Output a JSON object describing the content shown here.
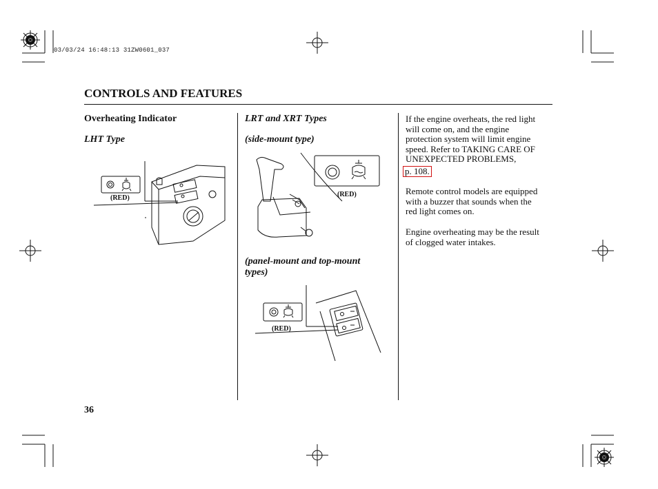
{
  "print_stamp": "03/03/24 16:48:13 31ZW0601_037",
  "page_title": "CONTROLS AND FEATURES",
  "column1": {
    "heading": "Overheating Indicator",
    "subheading": "LHT Type",
    "red_label": "(RED)"
  },
  "column2": {
    "heading": "LRT and XRT Types",
    "sub1": "(side-mount type)",
    "sub1_red_label": "(RED)",
    "sub2_line1": "(panel-mount and top-mount",
    "sub2_line2": "types)",
    "sub2_red_label": "(RED)"
  },
  "column3": {
    "para1_lines": [
      "If the engine overheats, the red light",
      "will come on, and the engine",
      "protection system will limit engine",
      "speed. Refer to TAKING CARE OF",
      "UNEXPECTED PROBLEMS,"
    ],
    "para1_link": "p. 108.",
    "para2_lines": [
      "Remote control models are equipped",
      "with a buzzer that sounds when the",
      "red light comes on."
    ],
    "para3_lines": [
      "Engine overheating may be the result",
      "of clogged water intakes."
    ]
  },
  "page_number": "36",
  "colors": {
    "ink": "#111111",
    "link_box": "#d01010"
  }
}
